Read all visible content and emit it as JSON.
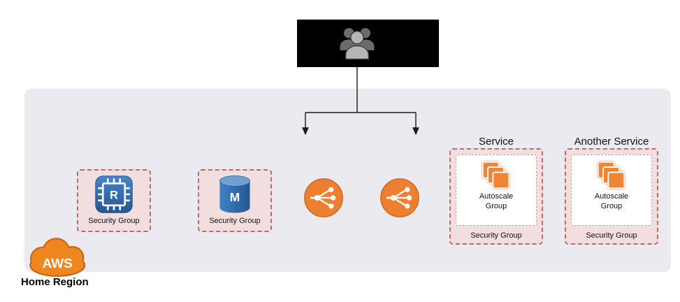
{
  "users": {
    "icon": "users-group-icon"
  },
  "security_groups": [
    {
      "label": "Security Group",
      "icon": "elasticache-node-icon",
      "icon_letter": "R"
    },
    {
      "label": "Security Group",
      "icon": "database-icon",
      "icon_letter": "M"
    }
  ],
  "load_balancers": [
    {
      "icon": "elastic-load-balancer-icon"
    },
    {
      "icon": "elastic-load-balancer-icon"
    }
  ],
  "services": [
    {
      "title": "Service",
      "autoscale_label": "Autoscale Group",
      "security_group_label": "Security Group"
    },
    {
      "title": "Another Service",
      "autoscale_label": "Autoscale Group",
      "security_group_label": "Security Group"
    }
  ],
  "footer": {
    "cloud_label": "AWS",
    "region_label": "Home Region"
  },
  "colors": {
    "region_bg": "#ECEAF1",
    "security_group_bg": "#F2DEDE",
    "security_group_border": "#BA6B6B",
    "aws_orange": "#F0861F",
    "elb_orange": "#EC8030",
    "icon_blue": "#2F6FB7",
    "users_panel_bg": "#000000",
    "arrow": "#1A1A1A"
  }
}
